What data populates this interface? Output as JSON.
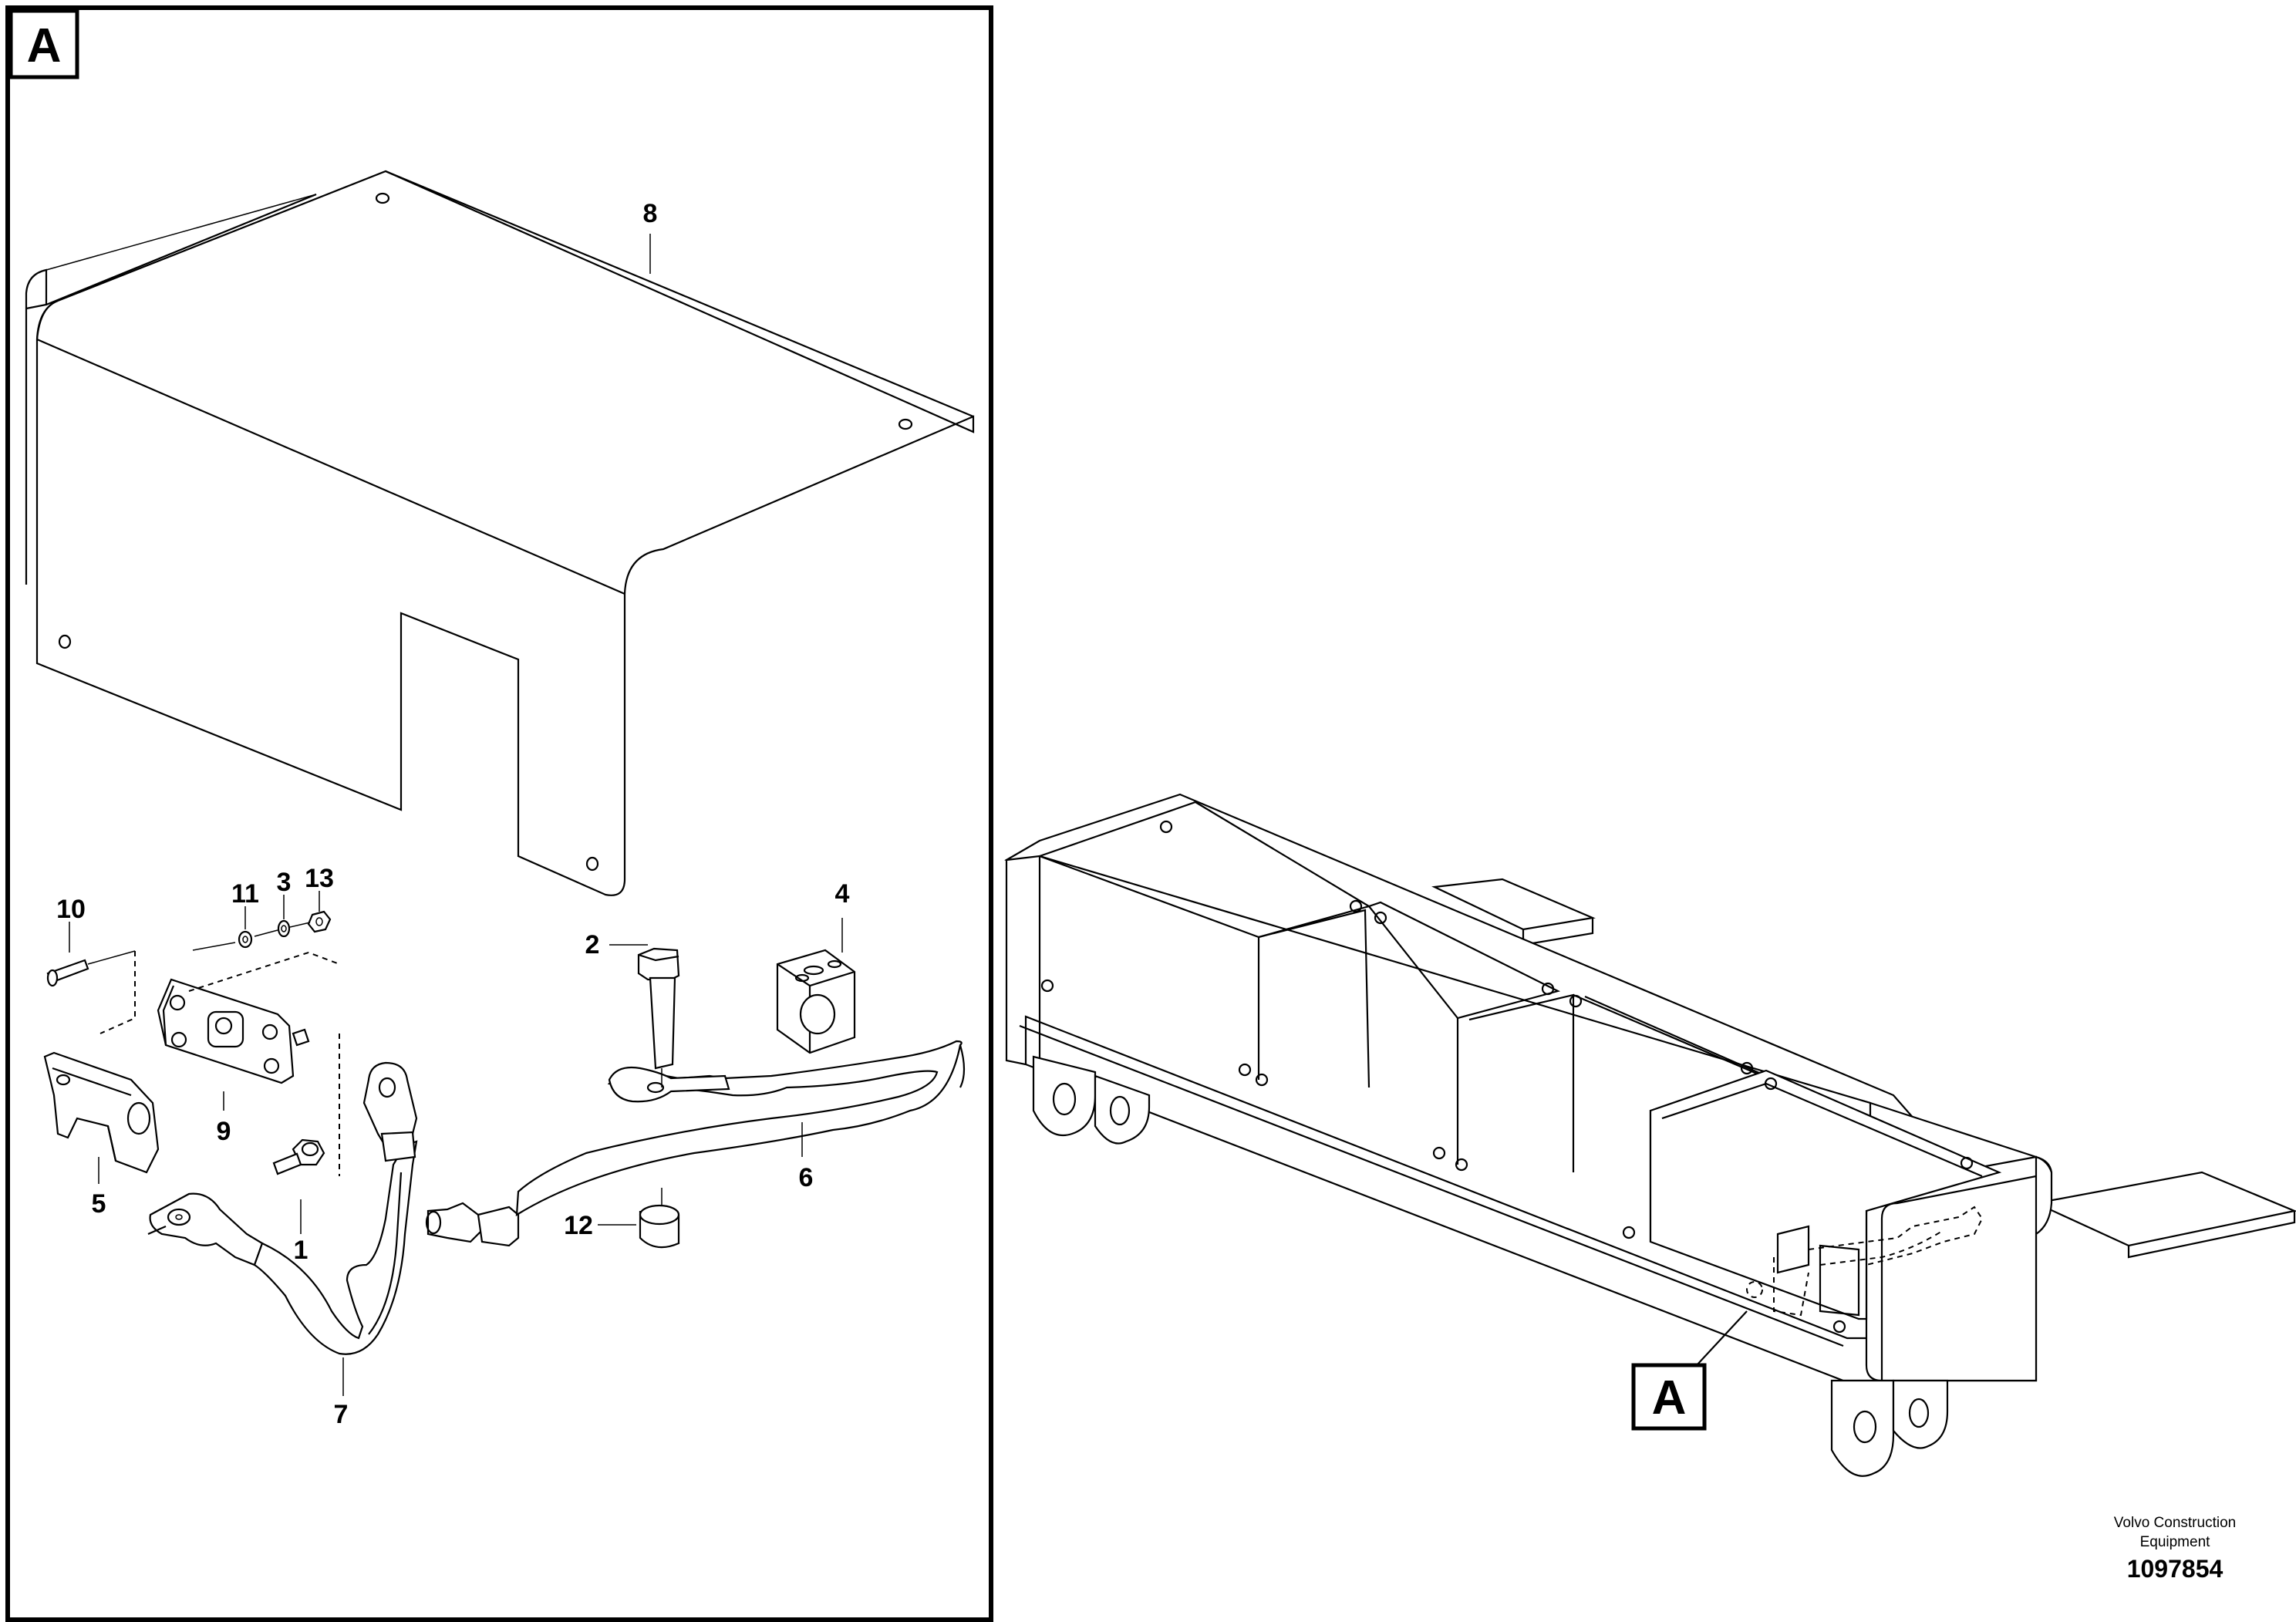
{
  "detail_view": {
    "badge": "A",
    "parts": [
      {
        "label": "1"
      },
      {
        "label": "2"
      },
      {
        "label": "3"
      },
      {
        "label": "4"
      },
      {
        "label": "5"
      },
      {
        "label": "6"
      },
      {
        "label": "7"
      },
      {
        "label": "8"
      },
      {
        "label": "9"
      },
      {
        "label": "10"
      },
      {
        "label": "11"
      },
      {
        "label": "12"
      },
      {
        "label": "13"
      }
    ]
  },
  "overview": {
    "badge": "A"
  },
  "footer": {
    "company_line1": "Volvo Construction",
    "company_line2": "Equipment",
    "drawing_number": "1097854"
  }
}
